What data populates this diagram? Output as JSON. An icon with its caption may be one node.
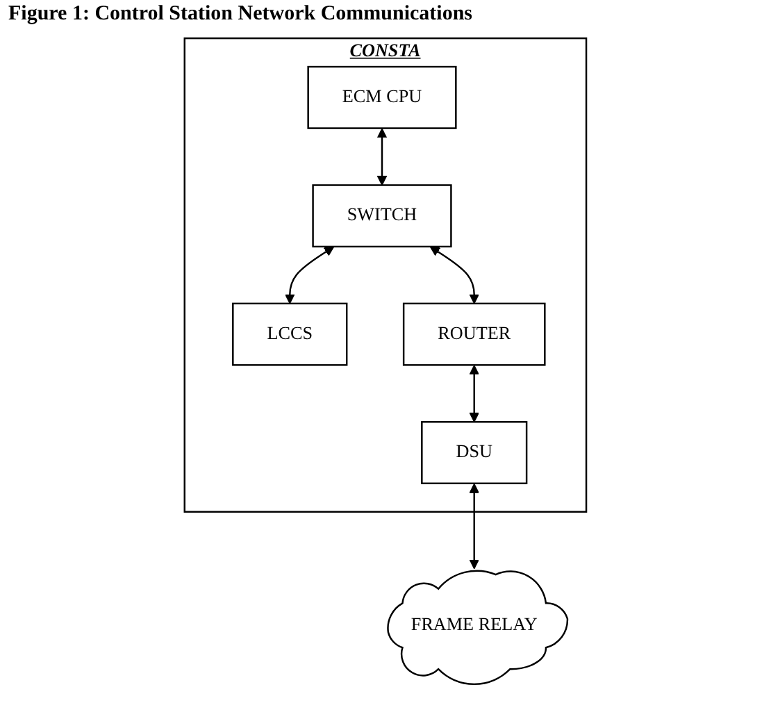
{
  "diagram": {
    "title": "Figure 1: Control Station Network Communications",
    "nodes": [
      {
        "text": [
          "CONSTA"
        ]
      },
      {
        "text": [
          "ECM CPU"
        ],
        "in": 0
      },
      {
        "text": [
          "SWITCH"
        ],
        "in": 0
      },
      {
        "text": [
          "LCCS"
        ],
        "in": 0
      },
      {
        "text": [
          "ROUTER"
        ],
        "in": 0
      },
      {
        "text": [
          "DSU"
        ],
        "in": 0
      },
      {
        "text": [
          "FRAME RELAY"
        ]
      }
    ],
    "edges": [
      {
        "from": 1,
        "to": 2,
        "arrow": "both"
      },
      {
        "from": 2,
        "to": 3,
        "arrow": "both"
      },
      {
        "from": 2,
        "to": 4,
        "arrow": "both"
      },
      {
        "from": 4,
        "to": 5,
        "arrow": "both"
      },
      {
        "from": 5,
        "to": 6,
        "arrow": "both"
      }
    ]
  }
}
